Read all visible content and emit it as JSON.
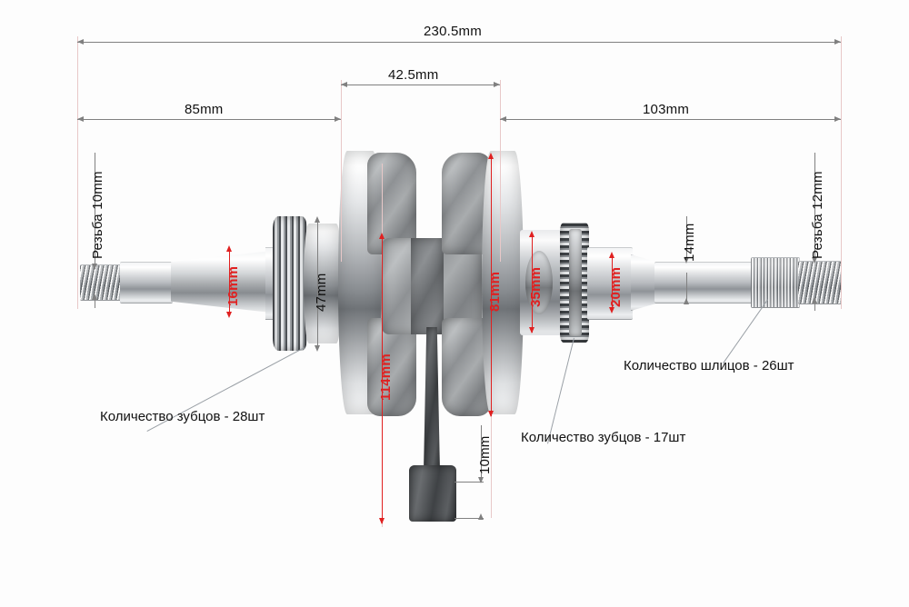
{
  "title": "Crankshaft technical dimension diagram",
  "background_color": "#fdfdfd",
  "colors": {
    "dim_black": "#111111",
    "dim_red": "#e02020",
    "dim_line": "#808080",
    "extension_line": "#e8c8c8",
    "callout_line": "#9aa0a6"
  },
  "dimensions": {
    "overall_length": "230.5mm",
    "left_section": "85mm",
    "center_section": "42.5mm",
    "right_section": "103mm",
    "left_thread": "Резьба 10mm",
    "right_thread": "Резьба 12mm",
    "taper_diameter": "16mm",
    "big_gear_diameter": "47mm",
    "web_height": "114mm",
    "counterweight_height": "81mm",
    "journal_35": "35mm",
    "journal_20": "20mm",
    "shaft_14": "14mm",
    "rod_small_end": "10mm"
  },
  "callouts": {
    "big_gear_teeth": "Количество зубцов - 28шт",
    "small_sprocket_teeth": "Количество зубцов - 17шт",
    "splines": "Количество шлицов - 26шт"
  }
}
